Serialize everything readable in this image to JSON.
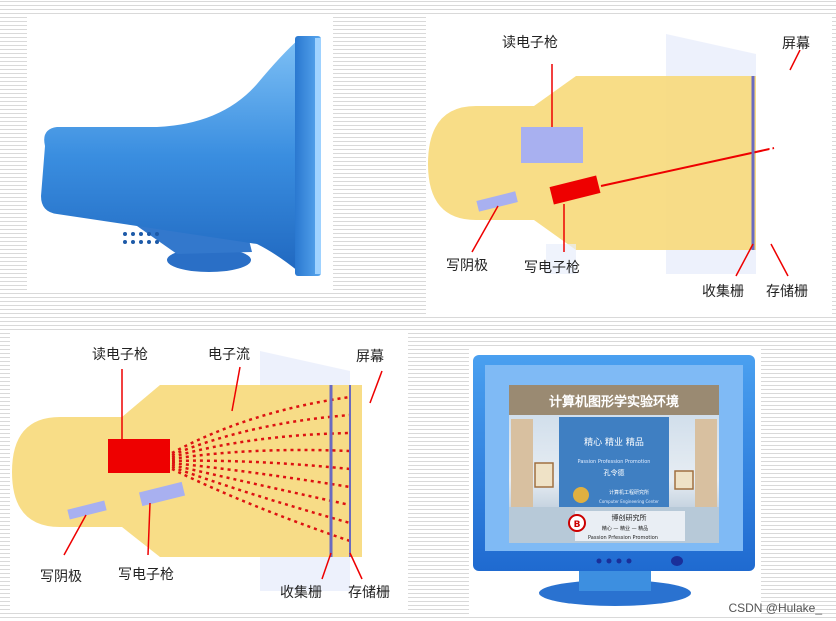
{
  "panel2": {
    "label_read_gun": "读电子枪",
    "label_screen": "屏幕",
    "label_write_cathode": "写阴极",
    "label_write_gun": "写电子枪",
    "label_collector": "收集栅",
    "label_storage": "存储栅"
  },
  "panel3": {
    "label_read_gun": "读电子枪",
    "label_beam": "电子流",
    "label_screen": "屏幕",
    "label_write_cathode": "写阴极",
    "label_write_gun": "写电子枪",
    "label_collector": "收集栅",
    "label_storage": "存储栅"
  },
  "monitor": {
    "title": "计算机图形学实验环境",
    "board_line1": "精心 精业 精品",
    "board_line2": "Passion Profession Promotion",
    "board_line3": "孔令德",
    "board_line4": "计算机工程研究所",
    "board_line5": "Computer Engineering Center",
    "sign_line1": "博创研究所",
    "sign_line2": "精心 — 精业 — 精品",
    "sign_line3": "Passion Prfession Promotion"
  },
  "watermark": "CSDN @Hulake_",
  "colors": {
    "crt_body": "#f7d97a",
    "monitor_blue": "#3d8fe0",
    "gun_red": "#ee0000",
    "cathode_blue": "#a8b0f0"
  }
}
